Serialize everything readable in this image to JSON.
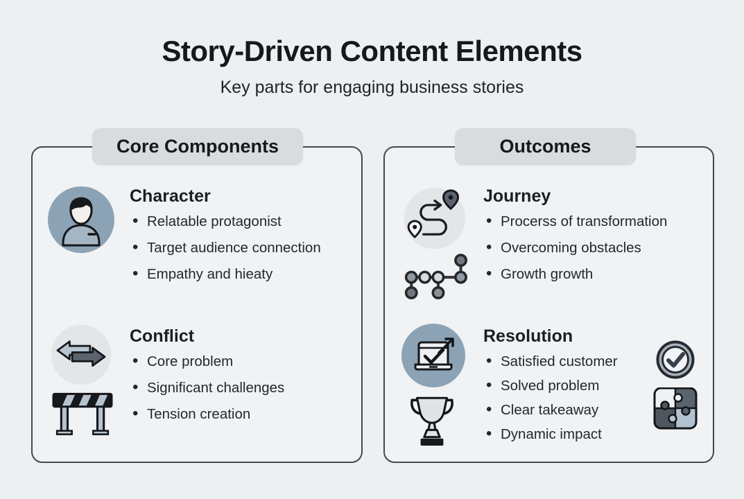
{
  "title": "Story-Driven Content Elements",
  "subtitle": "Key parts for engaging business stories",
  "colors": {
    "background": "#edf0f1",
    "panel_background": "#f0f2f4",
    "panel_border": "#43474d",
    "pill_background": "#d8dcdf",
    "blue_circle": "#8ca2b5",
    "gray_circle": "#e2e6e8",
    "dark_arrow": "#5b646e",
    "light_arrow": "#b7c4d0",
    "text_dark": "#17181b"
  },
  "panels": [
    {
      "header": "Core Components",
      "sections": [
        {
          "heading": "Character",
          "icon": "person-avatar-icon",
          "bullets": [
            "Relatable protagonist",
            "Target audience connection",
            "Empathy and hieaty"
          ]
        },
        {
          "heading": "Conflict",
          "icon": "opposing-arrows-icon",
          "secondary_icon": "road-barrier-icon",
          "bullets": [
            "Core problem",
            "Significant challenges",
            "Tension creation"
          ]
        }
      ]
    },
    {
      "header": "Outcomes",
      "sections": [
        {
          "heading": "Journey",
          "icon": "winding-path-icon",
          "secondary_icon": "network-nodes-icon",
          "bullets": [
            "Procerss of transformation",
            "Overcoming obstacles",
            "Growth growth"
          ]
        },
        {
          "heading": "Resolution",
          "icon": "laptop-check-icon",
          "secondary_icon": "trophy-icon",
          "side_icons": [
            "check-badge-icon",
            "puzzle-icon"
          ],
          "bullets": [
            "Satisfied customer",
            "Solved problem",
            "Clear takeaway",
            "Dynamic impact"
          ]
        }
      ]
    }
  ]
}
